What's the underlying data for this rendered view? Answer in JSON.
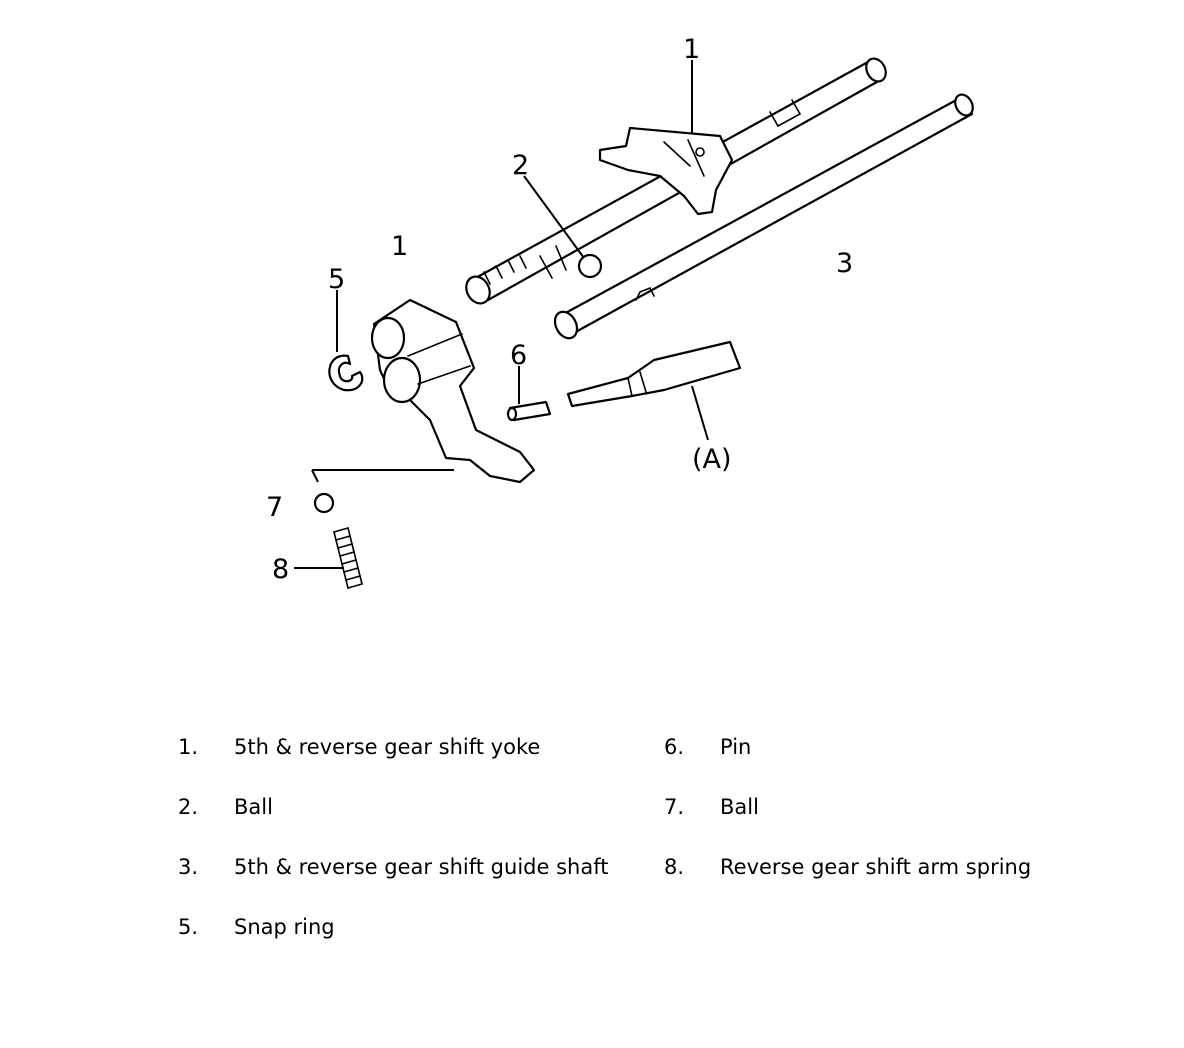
{
  "diagram": {
    "callouts": {
      "c1_top": "1",
      "c1_mid": "1",
      "c2": "2",
      "c3": "3",
      "c5": "5",
      "c6": "6",
      "c7": "7",
      "c8": "8",
      "cA": "(A)"
    }
  },
  "legend": {
    "left": [
      {
        "num": "1.",
        "text": "5th & reverse gear shift yoke"
      },
      {
        "num": "2.",
        "text": "Ball"
      },
      {
        "num": "3.",
        "text": "5th & reverse gear shift guide shaft"
      },
      {
        "num": "5.",
        "text": "Snap ring"
      }
    ],
    "right": [
      {
        "num": "6.",
        "text": "Pin"
      },
      {
        "num": "7.",
        "text": "Ball"
      },
      {
        "num": "8.",
        "text": "Reverse gear shift arm spring"
      }
    ]
  }
}
